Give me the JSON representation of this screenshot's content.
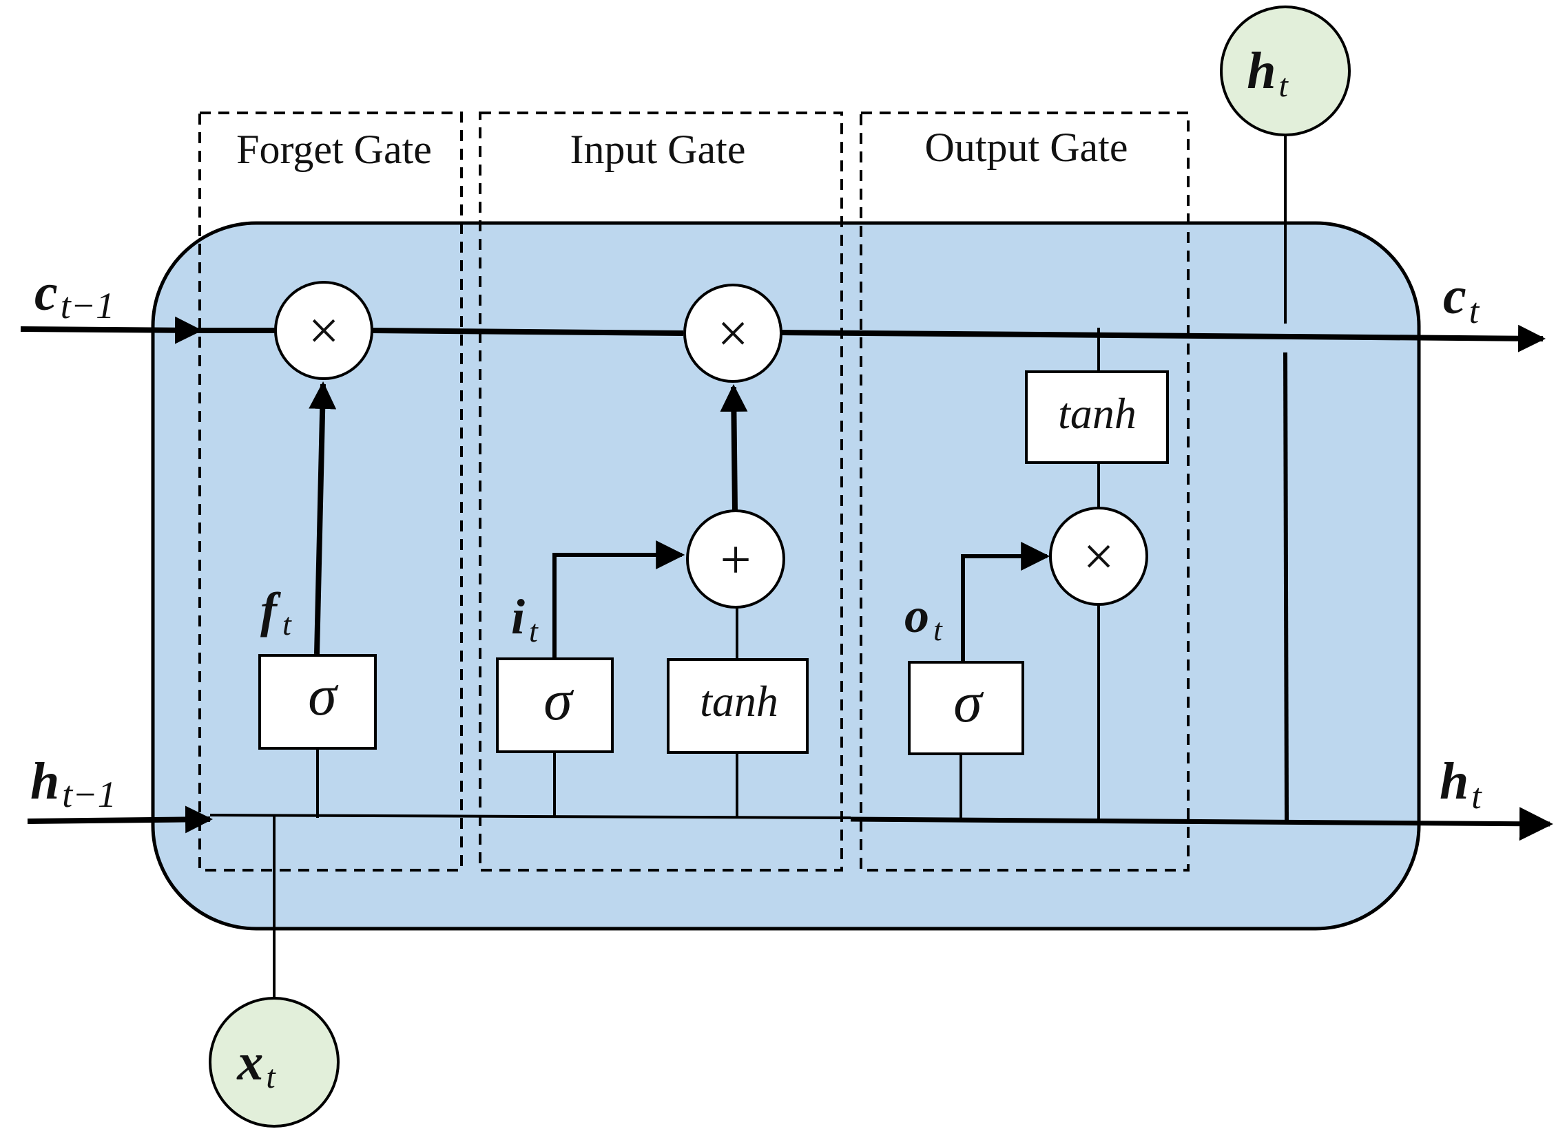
{
  "gates": {
    "forget": "Forget Gate",
    "input": "Input Gate",
    "output": "Output Gate"
  },
  "ops": {
    "multiply": "×",
    "add": "+"
  },
  "activations": {
    "sigma": "σ",
    "tanh": "tanh"
  },
  "variables": {
    "c_prev": {
      "main": "c",
      "sub": "t−1"
    },
    "h_prev": {
      "main": "h",
      "sub": "t−1"
    },
    "c_out": {
      "main": "c",
      "sub": "t"
    },
    "h_out": {
      "main": "h",
      "sub": "t"
    },
    "h_top": {
      "main": "h",
      "sub": "t"
    },
    "x_in": {
      "main": "x",
      "sub": "t"
    },
    "f": {
      "main": "f",
      "sub": "t"
    },
    "i": {
      "main": "i",
      "sub": "t"
    },
    "o": {
      "main": "o",
      "sub": "t"
    }
  },
  "colors": {
    "cell_fill": "#bdd7ee",
    "io_node_fill": "#e2efda",
    "stroke": "#000000"
  }
}
